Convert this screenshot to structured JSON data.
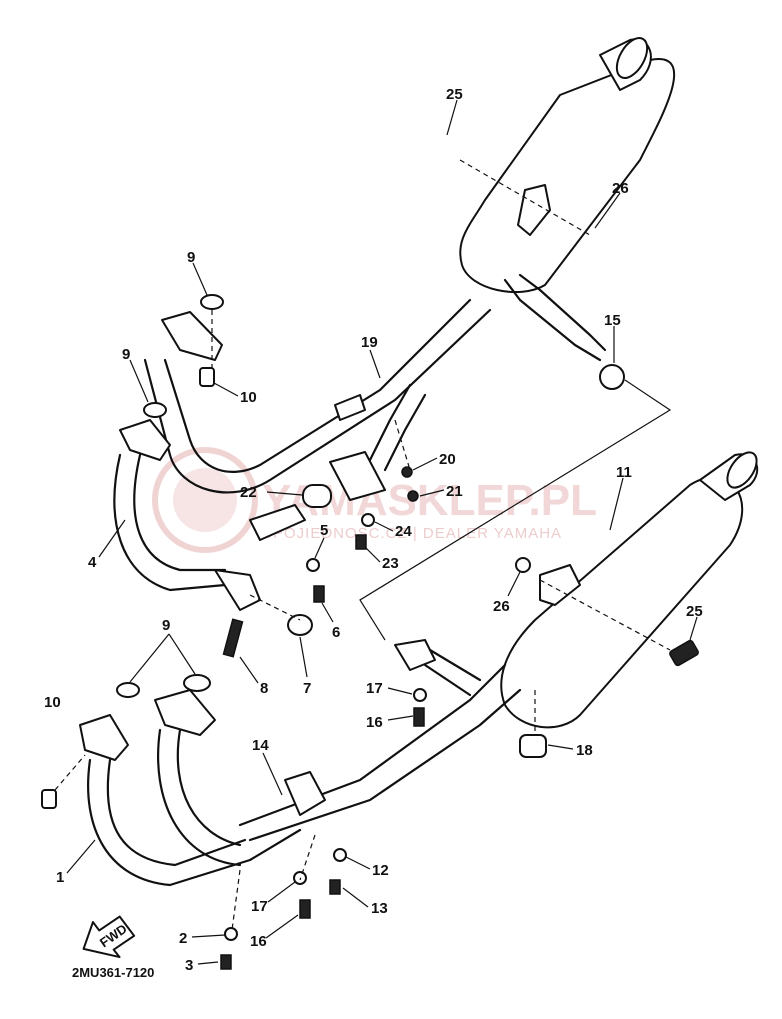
{
  "figure_code": "2MU361-7120",
  "watermark": {
    "title": "YAMASKLEP.PL",
    "subtitle": "SPOJIEDNOSC.CZ | DEALER YAMAHA"
  },
  "fwd_label": "FWD",
  "callouts": [
    {
      "id": "c25a",
      "text": "25"
    },
    {
      "id": "c26a",
      "text": "26"
    },
    {
      "id": "c9a",
      "text": "9"
    },
    {
      "id": "c9b",
      "text": "9"
    },
    {
      "id": "c10a",
      "text": "10"
    },
    {
      "id": "c19",
      "text": "19"
    },
    {
      "id": "c15",
      "text": "15"
    },
    {
      "id": "c20",
      "text": "20"
    },
    {
      "id": "c22",
      "text": "22"
    },
    {
      "id": "c21",
      "text": "21"
    },
    {
      "id": "c24",
      "text": "24"
    },
    {
      "id": "c23",
      "text": "23"
    },
    {
      "id": "c11",
      "text": "11"
    },
    {
      "id": "c4",
      "text": "4"
    },
    {
      "id": "c5",
      "text": "5"
    },
    {
      "id": "c26b",
      "text": "26"
    },
    {
      "id": "c25b",
      "text": "25"
    },
    {
      "id": "c6",
      "text": "6"
    },
    {
      "id": "c9c",
      "text": "9"
    },
    {
      "id": "c8",
      "text": "8"
    },
    {
      "id": "c7",
      "text": "7"
    },
    {
      "id": "c17a",
      "text": "17"
    },
    {
      "id": "c10b",
      "text": "10"
    },
    {
      "id": "c16a",
      "text": "16"
    },
    {
      "id": "c18",
      "text": "18"
    },
    {
      "id": "c14",
      "text": "14"
    },
    {
      "id": "c12",
      "text": "12"
    },
    {
      "id": "c1",
      "text": "1"
    },
    {
      "id": "c17b",
      "text": "17"
    },
    {
      "id": "c13",
      "text": "13"
    },
    {
      "id": "c2",
      "text": "2"
    },
    {
      "id": "c16b",
      "text": "16"
    },
    {
      "id": "c3",
      "text": "3"
    }
  ]
}
